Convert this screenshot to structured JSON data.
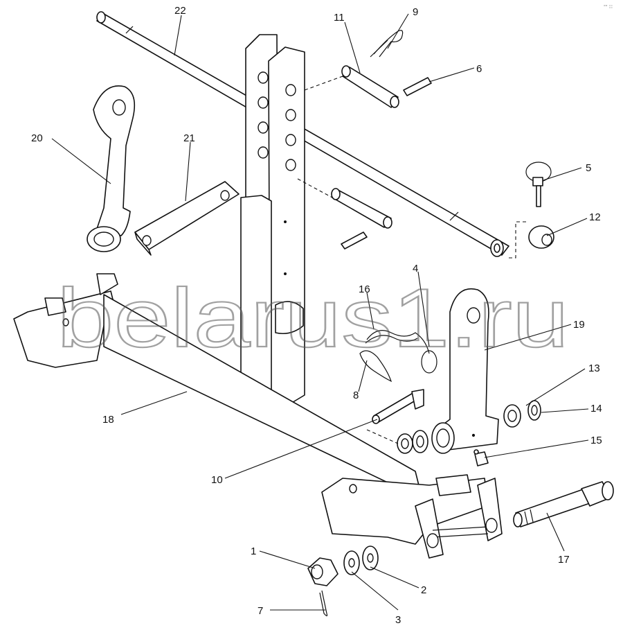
{
  "watermark": "belarus1.ru",
  "corner_mark": "°° ∶∶∶",
  "callouts": [
    "1",
    "2",
    "3",
    "4",
    "5",
    "6",
    "7",
    "8",
    "9",
    "10",
    "11",
    "12",
    "13",
    "14",
    "15",
    "16",
    "17",
    "18",
    "19",
    "20",
    "21",
    "22"
  ]
}
